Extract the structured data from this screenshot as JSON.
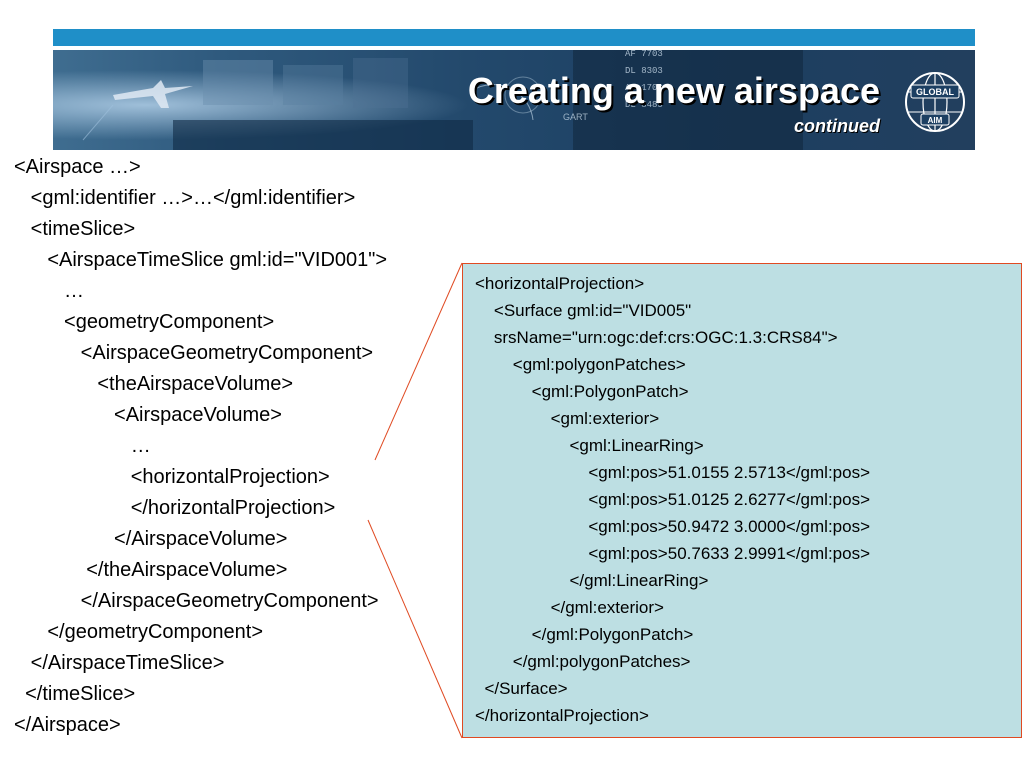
{
  "header": {
    "title": "Creating a new airspace",
    "subtitle": "continued",
    "logo_icon": "global-aim-logo-icon",
    "logo_text_top": "GLOBAL",
    "logo_text_bottom": "AIM",
    "banner_board_text": [
      "AF 7703",
      "DL 8303",
      "AF 1709",
      "DL 8485",
      "GART"
    ],
    "colors": {
      "top_bar": "#1f8fc8",
      "callout_bg": "#bddfe3",
      "callout_border": "#e04a22"
    }
  },
  "xml": {
    "lines": [
      "<Airspace …>",
      "   <gml:identifier …>…</gml:identifier>",
      "   <timeSlice>",
      "      <AirspaceTimeSlice gml:id=\"VID001\">",
      "         …",
      "         <geometryComponent>",
      "            <AirspaceGeometryComponent>",
      "               <theAirspaceVolume>",
      "                  <AirspaceVolume>",
      "                     …",
      "                     <horizontalProjection>",
      "                     </horizontalProjection>",
      "                  </AirspaceVolume>",
      "             </theAirspaceVolume>",
      "            </AirspaceGeometryComponent>",
      "      </geometryComponent>",
      "   </AirspaceTimeSlice>",
      "  </timeSlice>",
      "</Airspace>"
    ]
  },
  "callout": {
    "lines": [
      "<horizontalProjection>",
      "    <Surface gml:id=\"VID005\"",
      "    srsName=\"urn:ogc:def:crs:OGC:1.3:CRS84\">",
      "        <gml:polygonPatches>",
      "            <gml:PolygonPatch>",
      "                <gml:exterior>",
      "                    <gml:LinearRing>",
      "                        <gml:pos>51.0155 2.5713</gml:pos>",
      "                        <gml:pos>51.0125 2.6277</gml:pos>",
      "                        <gml:pos>50.9472 3.0000</gml:pos>",
      "                        <gml:pos>50.7633 2.9991</gml:pos>",
      "                    </gml:LinearRing>",
      "                </gml:exterior>",
      "            </gml:PolygonPatch>",
      "        </gml:polygonPatches>",
      "  </Surface>",
      "</horizontalProjection>"
    ]
  }
}
